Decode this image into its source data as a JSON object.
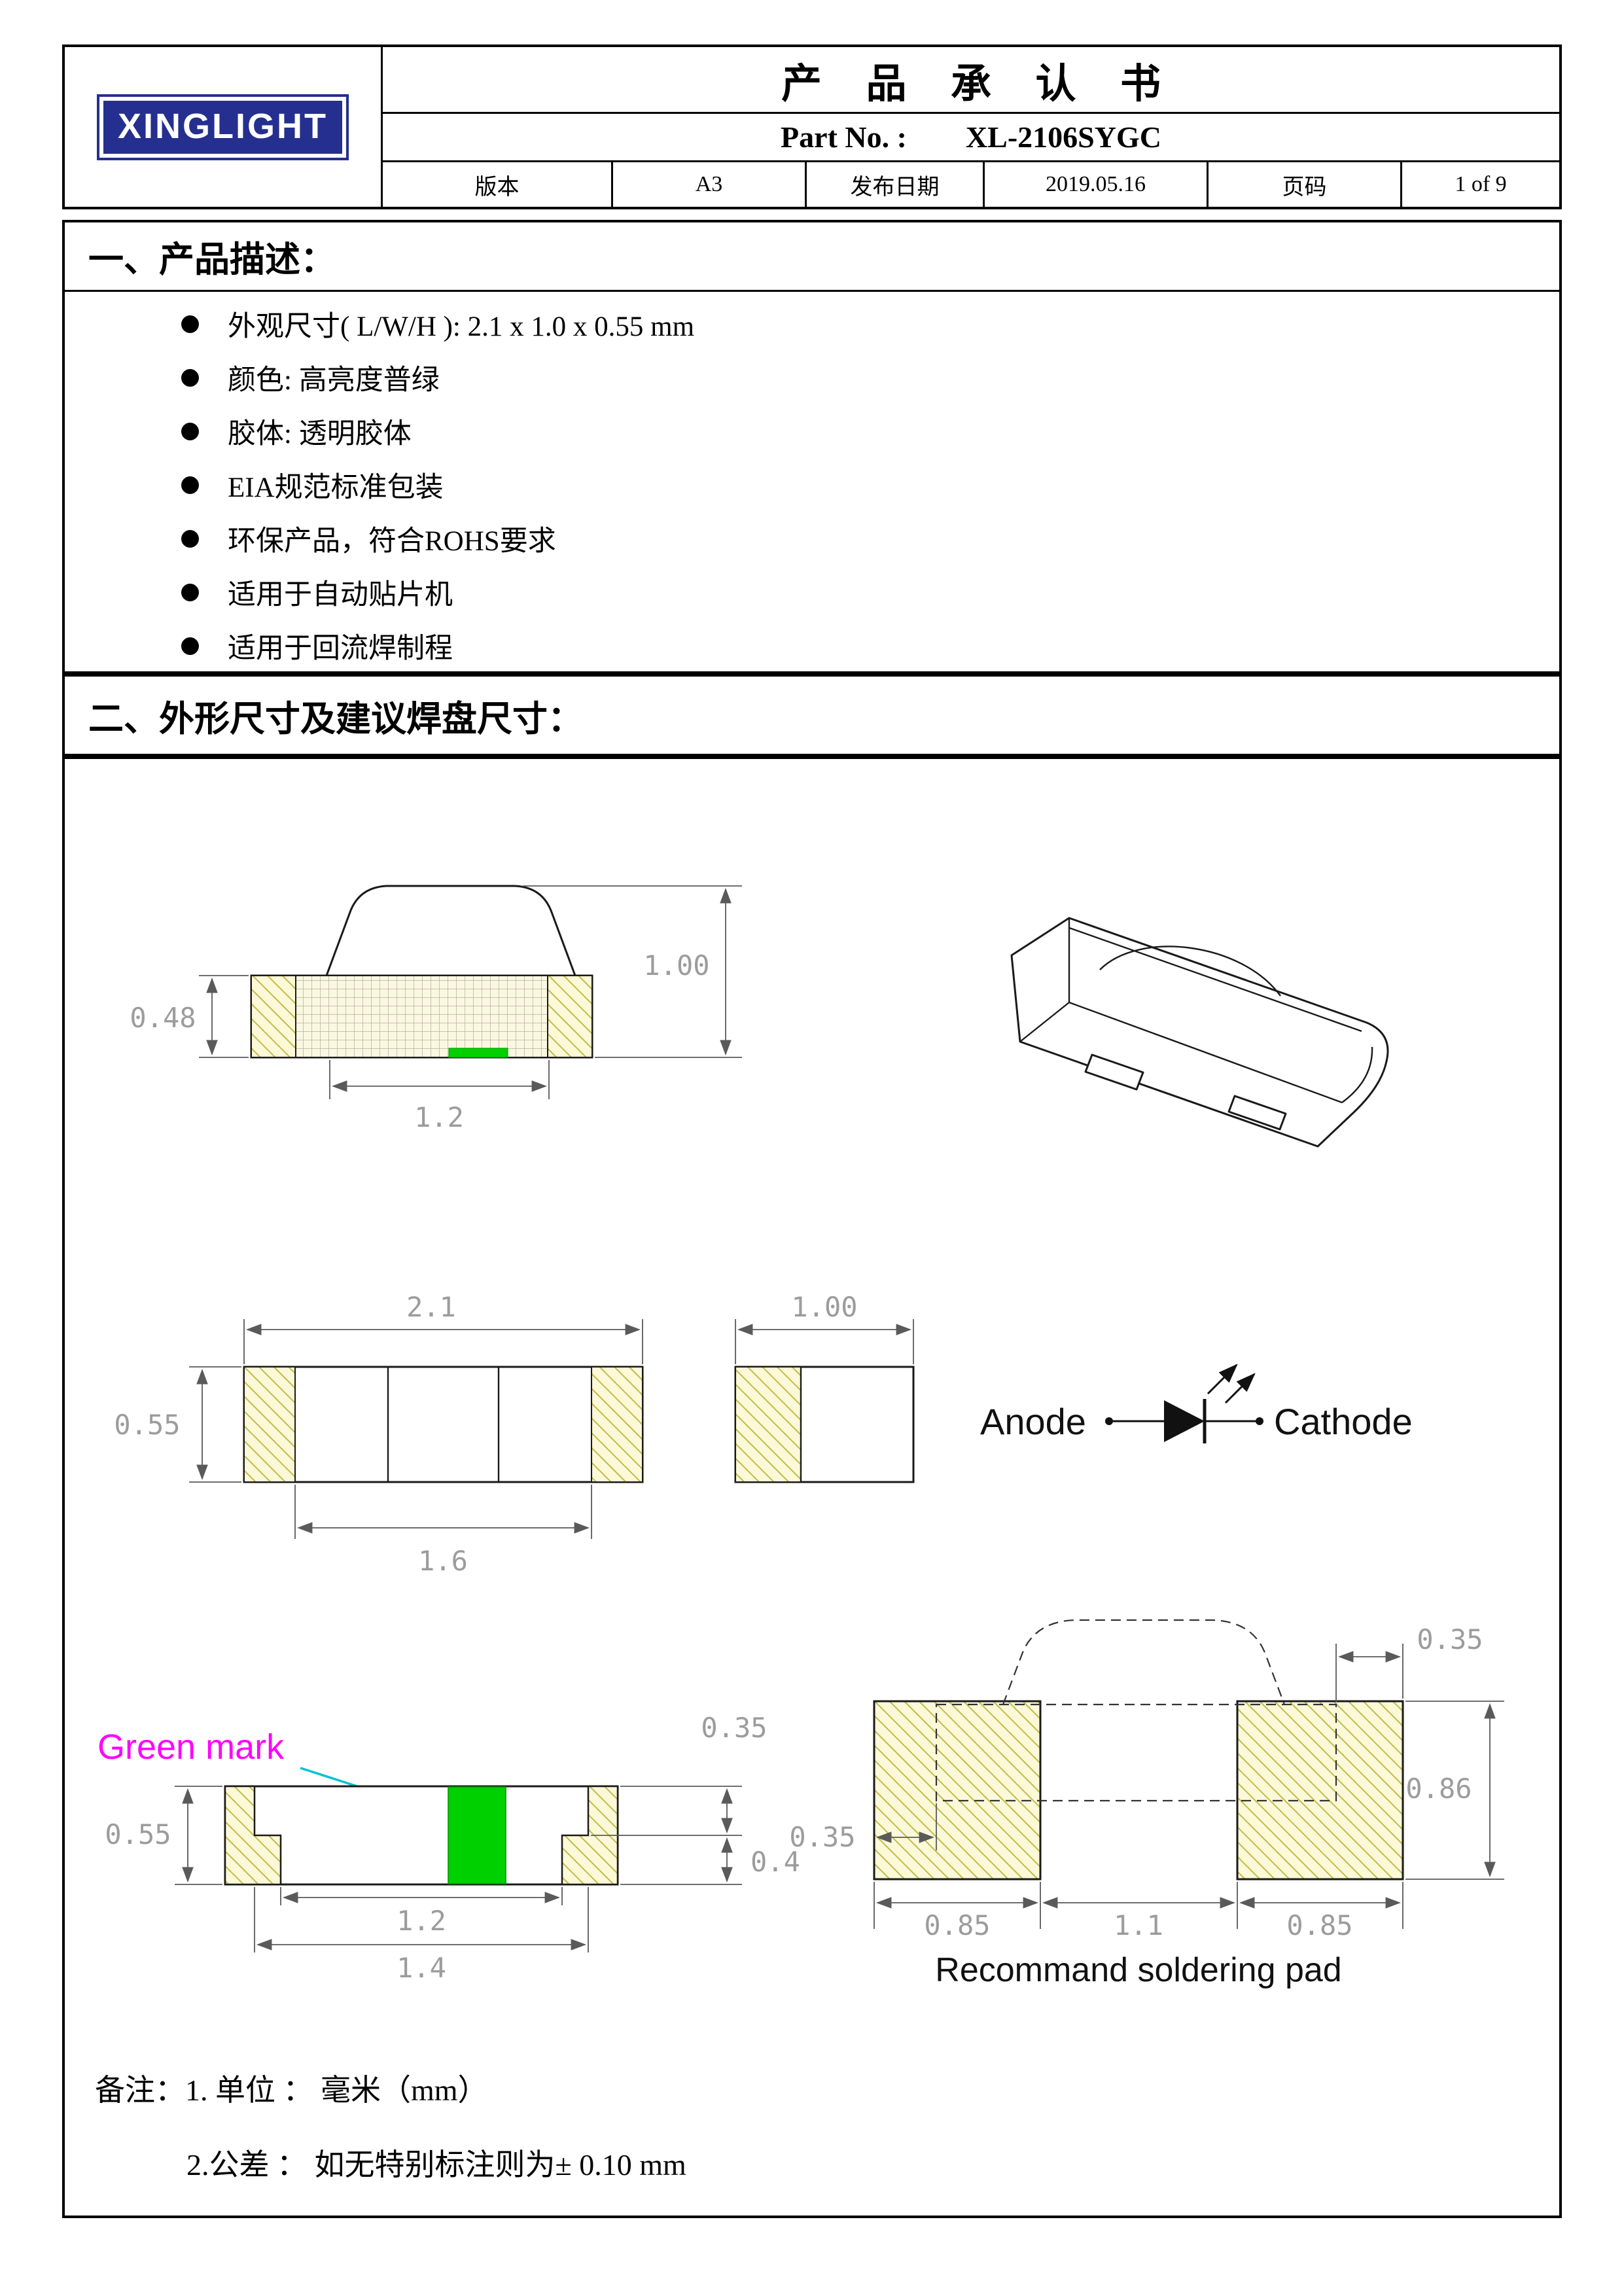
{
  "header": {
    "logo": "XINGLIGHT",
    "title": "产 品 承 认 书",
    "part_no_label": "Part No. :",
    "part_no": "XL-2106SYGC",
    "version_label": "版本",
    "version": "A3",
    "date_label": "发布日期",
    "date": "2019.05.16",
    "page_label": "页码",
    "page": "1 of 9"
  },
  "section1": {
    "title": "一、产品描述：",
    "bullets": [
      "外观尺寸( L/W/H ):  2.1 x 1.0 x 0.55 mm",
      "颜色: 高亮度普绿",
      "胶体: 透明胶体",
      "EIA规范标准包装",
      "环保产品，符合ROHS要求",
      "适用于自动贴片机",
      "适用于回流焊制程"
    ]
  },
  "section2": {
    "title": "二、外形尺寸及建议焊盘尺寸："
  },
  "drawing": {
    "side_view": {
      "body_height": "0.48",
      "height_total": "1.00",
      "inner_width": "1.2"
    },
    "top_view": {
      "length": "2.1",
      "width": "0.55",
      "inner_length": "1.6"
    },
    "end_view": {
      "width": "1.00"
    },
    "polarity": {
      "anode": "Anode",
      "cathode": "Cathode"
    },
    "bottom_view": {
      "label_green_mark": "Green mark",
      "width": "0.55",
      "step": "0.35",
      "pad": "0.4",
      "mark_width": "1.2",
      "pad_span": "1.4"
    },
    "pad_layout": {
      "offset_top": "0.35",
      "pad_height": "0.86",
      "offset_left": "0.35",
      "pad_width_left": "0.85",
      "gap": "1.1",
      "pad_width_right": "0.85",
      "caption": "Recommand soldering pad"
    }
  },
  "notes": {
    "line1": "备注：1. 单位 ： 毫米（mm）",
    "line2": "2.公差 ： 如无特别标注则为± 0.10 mm"
  },
  "colors": {
    "logo_blue": "#252f8f",
    "green_mark": "#00cf00",
    "green_mark_label": "#ff00ff",
    "hatch_line": "#c2bb4a",
    "dim_text": "#9c9c9c"
  }
}
